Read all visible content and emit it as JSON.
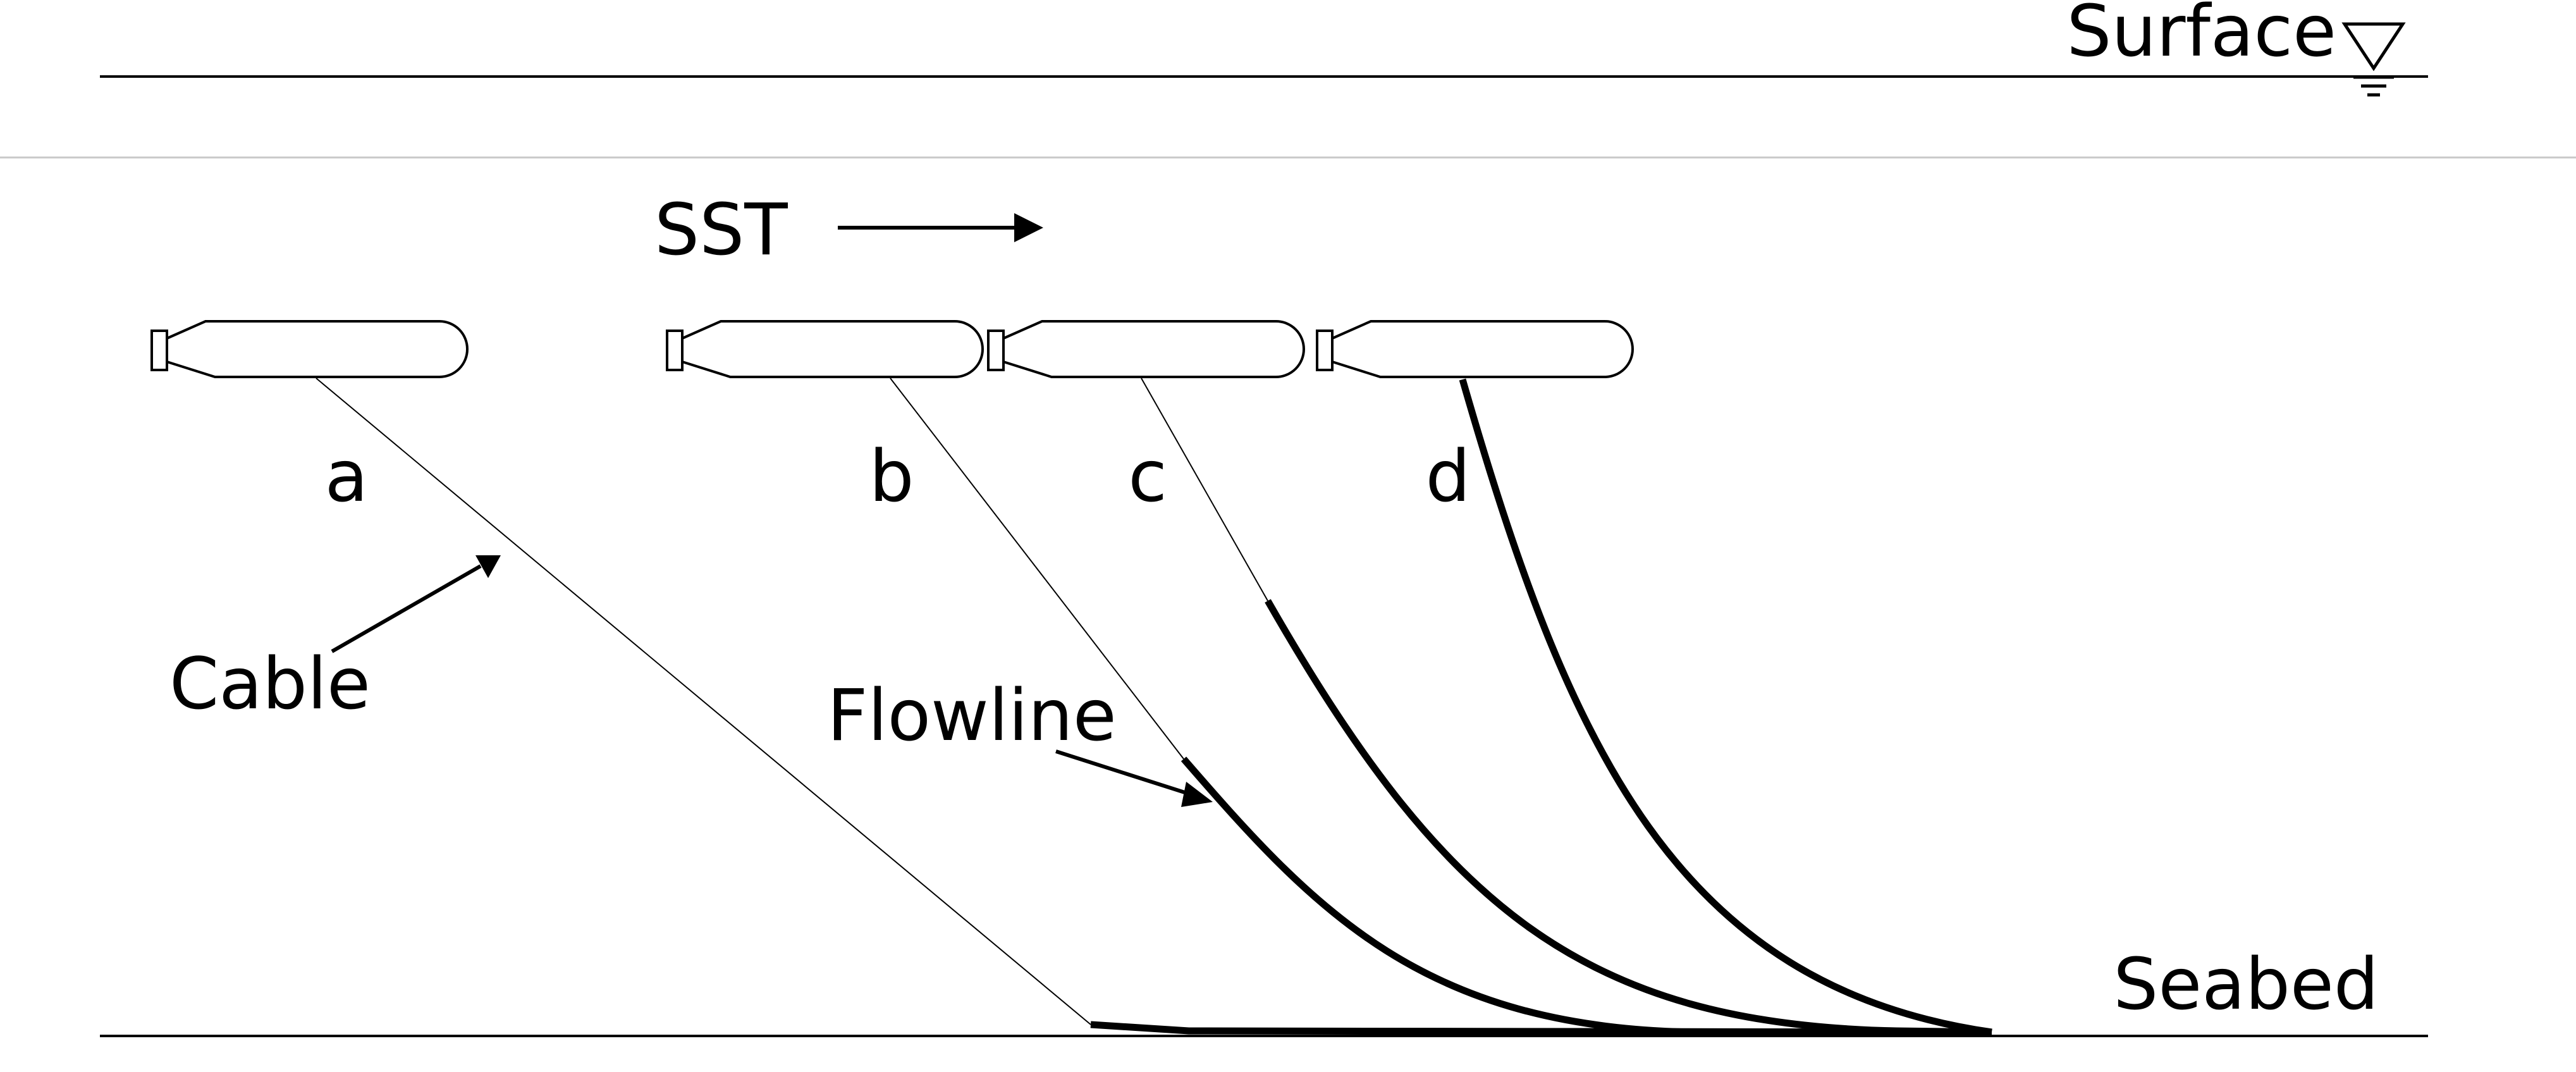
{
  "labels": {
    "surface": "Surface",
    "seabed": "Seabed",
    "sst": "SST",
    "cable": "Cable",
    "flowline": "Flowline",
    "positions": [
      "a",
      "b",
      "c",
      "d"
    ]
  },
  "icons": {
    "surface_marker": "water-surface-icon",
    "vehicle": "sst-vehicle-icon",
    "direction": "right-arrow-icon"
  },
  "colors": {
    "line": "#000000",
    "faint": "#c8c8c8",
    "background": "#ffffff"
  }
}
